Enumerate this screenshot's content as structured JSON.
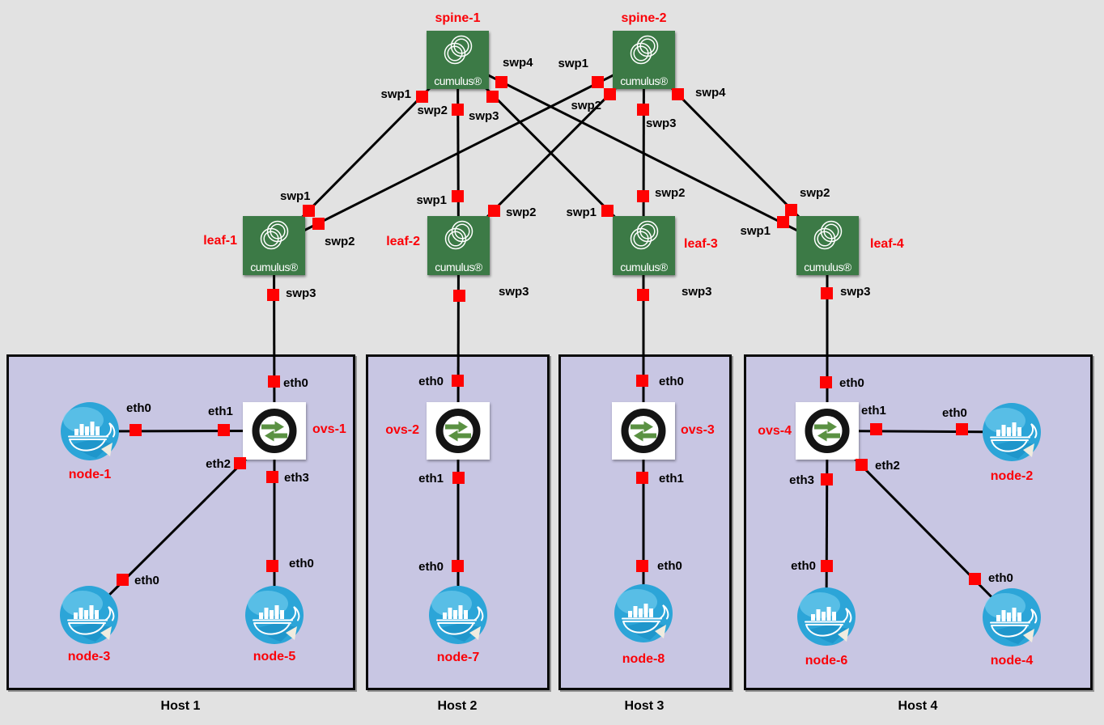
{
  "branding": {
    "cumulus_wordmark": "cumulus®"
  },
  "colors": {
    "background": "#e2e2e2",
    "host_fill": "#c8c6e3",
    "cumulus_green": "#3c7a46",
    "port_red": "#ff0202",
    "label_red": "#fb0007",
    "link_black": "#000000",
    "ovs_arrow_green": "#5a9142",
    "docker_blue": "#2ca5d8"
  },
  "spines": [
    {
      "label": "spine-1",
      "ports": [
        "swp1",
        "swp2",
        "swp3",
        "swp4"
      ]
    },
    {
      "label": "spine-2",
      "ports": [
        "swp1",
        "swp2",
        "swp3",
        "swp4"
      ]
    }
  ],
  "leaves": [
    {
      "label": "leaf-1",
      "ports": [
        "swp1",
        "swp2",
        "swp3"
      ]
    },
    {
      "label": "leaf-2",
      "ports": [
        "swp1",
        "swp2",
        "swp3"
      ]
    },
    {
      "label": "leaf-3",
      "ports": [
        "swp1",
        "swp2",
        "swp3"
      ]
    },
    {
      "label": "leaf-4",
      "ports": [
        "swp1",
        "swp2",
        "swp3"
      ]
    }
  ],
  "hosts": [
    {
      "label": "Host 1",
      "ovs": {
        "label": "ovs-1",
        "ports": [
          "eth0",
          "eth1",
          "eth2",
          "eth3"
        ]
      },
      "nodes": [
        {
          "label": "node-1",
          "port": "eth0"
        },
        {
          "label": "node-3",
          "port": "eth0"
        },
        {
          "label": "node-5",
          "port": "eth0"
        }
      ]
    },
    {
      "label": "Host 2",
      "ovs": {
        "label": "ovs-2",
        "ports": [
          "eth0",
          "eth1"
        ]
      },
      "nodes": [
        {
          "label": "node-7",
          "port": "eth0"
        }
      ]
    },
    {
      "label": "Host 3",
      "ovs": {
        "label": "ovs-3",
        "ports": [
          "eth0",
          "eth1"
        ]
      },
      "nodes": [
        {
          "label": "node-8",
          "port": "eth0"
        }
      ]
    },
    {
      "label": "Host 4",
      "ovs": {
        "label": "ovs-4",
        "ports": [
          "eth0",
          "eth1",
          "eth2",
          "eth3"
        ]
      },
      "nodes": [
        {
          "label": "node-2",
          "port": "eth0"
        },
        {
          "label": "node-6",
          "port": "eth0"
        },
        {
          "label": "node-4",
          "port": "eth0"
        }
      ]
    }
  ]
}
